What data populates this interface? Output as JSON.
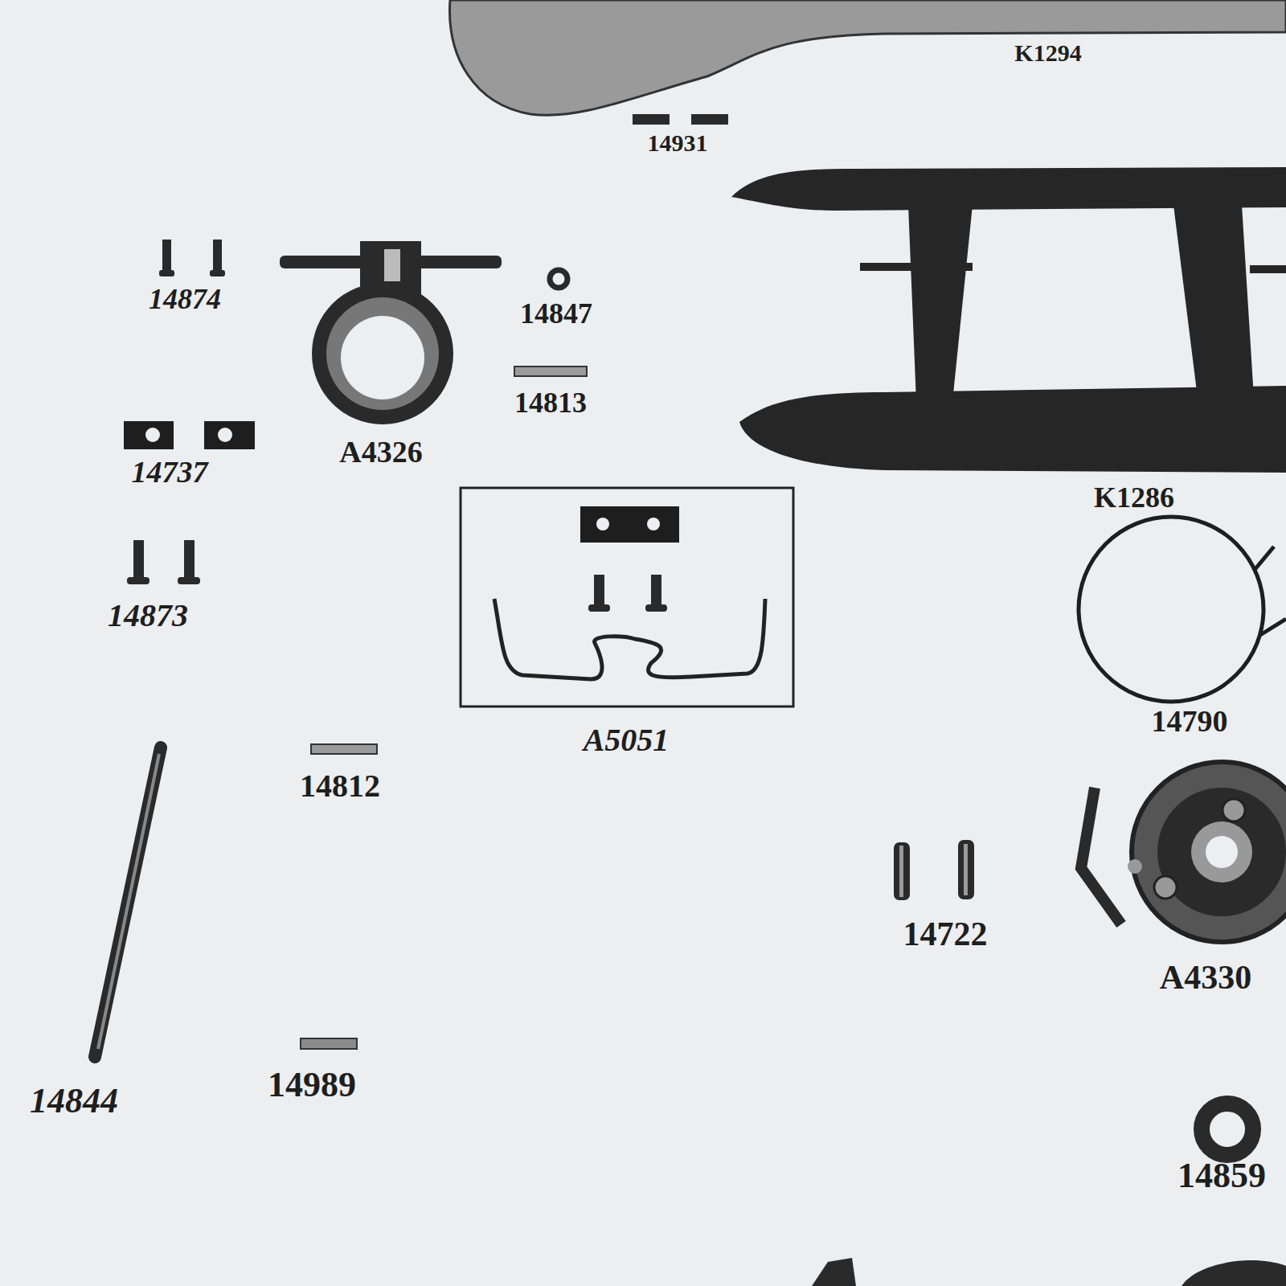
{
  "diagram": {
    "labels": [
      "K1294",
      "14931",
      "14874",
      "14847",
      "A4326",
      "14813",
      "14737",
      "14873",
      "A5051",
      "K1286",
      "14790",
      "14812",
      "14844",
      "14989",
      "14722",
      "A4330",
      "14859"
    ]
  }
}
